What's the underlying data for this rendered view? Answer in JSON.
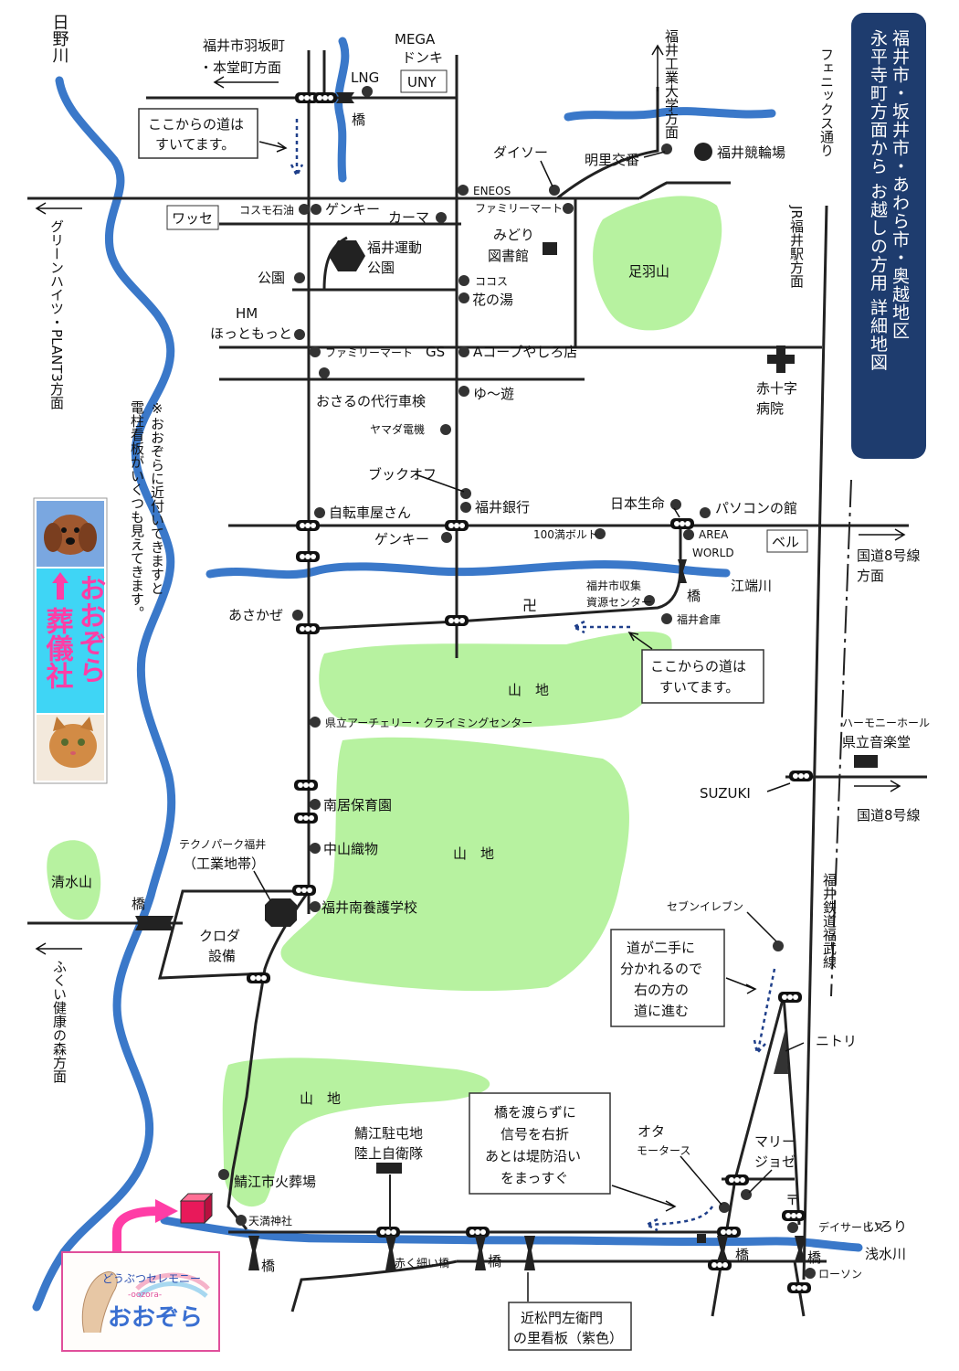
{
  "title": "福井市・坂井市・あわら市・奥越地区 永平寺町方面から お越しの方用 詳細地図",
  "title_col1": "福井市・坂井市・あわら市・奥越地区",
  "title_col2": "永平寺町方面から お越しの方用 詳細地図",
  "colors": {
    "river": "#3a78c9",
    "mountain": "#b7f2a0",
    "title_bg": "#1e3c6e",
    "arrow_pink": "#ff3da6",
    "dashed_arrow": "#1f3f8a"
  },
  "rivers": {
    "hino": "日野川",
    "ebata": "江端川",
    "asozu": "浅水川"
  },
  "directions": {
    "hasaka": "福井市羽坂町・本堂町方面",
    "hasaka_l1": "福井市羽坂町",
    "hasaka_l2": "・本堂町方面",
    "university": "福井工業大学方面",
    "phoenix": "フェニックス通り",
    "jr_fukui": "JR福井駅方面",
    "green_heights": "グリーンハイツ・PLANT3方面",
    "route8_a": "国道8号線方面",
    "route8_b": "国道8号線",
    "kenko_mori": "ふくい健康の森方面",
    "railway": "福井鉄道福武線"
  },
  "places": {
    "mega_l1": "MEGA",
    "mega_l2": "ドンキ",
    "uny": "UNY",
    "lng": "LNG",
    "bridge": "橋",
    "daiso": "ダイソー",
    "meiri_koban": "明里交番",
    "keirin": "福井競輪場",
    "wasse": "ワッセ",
    "cosmo": "コスモ石油",
    "genki": "ゲンキー",
    "kama": "カーマ",
    "eneos": "ENEOS",
    "family_mart": "ファミリーマート",
    "undo_l1": "福井運動",
    "undo_l2": "公園",
    "midori_l1": "みどり",
    "midori_l2": "図書館",
    "asuwayama": "足羽山",
    "koen": "公園",
    "cocos": "ココス",
    "hananoyu": "花の湯",
    "hm": "HM",
    "hottomotto": "ほっともっと",
    "family_mart2": "ファミリーマート",
    "gs": "GS",
    "acoop": "Aコープやしろ店",
    "red_cross_l1": "赤十字",
    "red_cross_l2": "病院",
    "osaru": "おさるの代行車検",
    "yuyu": "ゆ～遊",
    "yamada": "ヤマダ電機",
    "bookoff": "ブックオフ",
    "fukui_bank": "福井銀行",
    "jitensha": "自転車屋さん",
    "nihon_seimei": "日本生命",
    "pc": "パソコンの館",
    "genki2": "ゲンキー",
    "manbolt": "100満ボルト",
    "area_l1": "AREA",
    "area_l2": "WORLD",
    "bell": "ベル",
    "shushu_l1": "福井市収集",
    "shushu_l2": "資源センター",
    "temple": "卍",
    "asakaze": "あさかぜ",
    "fukui_soko": "福井倉庫",
    "mountain": "山　地",
    "mountain_b": "山　地",
    "mountain_c": "山　地",
    "archery": "県立アーチェリー・クライミングセンター",
    "harmony": "ハーモニーホール",
    "ongakudo": "県立音楽堂",
    "suzuki": "SUZUKI",
    "minamii": "南居保育園",
    "nakayama": "中山織物",
    "techno_l1": "テクノパーク福井",
    "techno_l2": "（工業地帯）",
    "yogo": "福井南養護学校",
    "shimizuyama": "清水山",
    "bridge2": "橋",
    "kuroda_l1": "クロダ",
    "kuroda_l2": "設備",
    "seven": "セブンイレブン",
    "nitori": "ニトリ",
    "jsdf_l1": "鯖江駐屯地",
    "jsdf_l2": "陸上自衛隊",
    "kasoba": "鯖江市火葬場",
    "tenman": "天満神社",
    "ota_l1": "オタ",
    "ota_l2": "モータース",
    "marie_l1": "マリー",
    "marie_l2": "ジョゼ",
    "post": "〒",
    "day_service": "デイサービス",
    "irori": "いろり",
    "akaku": "赤く細い橋",
    "bridge3": "橋",
    "bridge4": "橋",
    "bridge5": "橋",
    "bridge6": "橋",
    "lawson": "ローソン",
    "chikamatsu_l1": "近松門左衛門",
    "chikamatsu_l2": "の里看板（紫色）"
  },
  "notes": {
    "bumpy_top_l1": "ここからの道は",
    "bumpy_top_l2": "すいてます。",
    "bumpy_mid_l1": "ここからの道は",
    "bumpy_mid_l2": "すいてます。",
    "fork_l1": "道が二手に",
    "fork_l2": "分かれるので",
    "fork_l3": "右の方の",
    "fork_l4": "道に進む",
    "bridge_l1": "橋を渡らずに",
    "bridge_l2": "信号を右折",
    "bridge_l3": "あとは堤防沿い",
    "bridge_l4": "をまっすぐ",
    "signs_col1": "※おおぞらに近付いてきますと",
    "signs_col2": "電柱看板がいくつも見えてきます。"
  },
  "banner": {
    "line1": "おおぞら",
    "line2": "葬儀社",
    "arrow_icon": "up-arrow-icon"
  },
  "logo": {
    "tagline": "どうぶつセレモニー",
    "sub": "-oozora-",
    "name": "おおぞら"
  }
}
